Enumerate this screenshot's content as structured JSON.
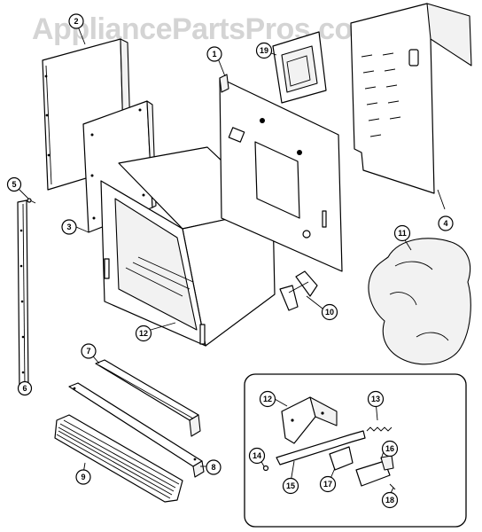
{
  "watermark": "AppliancePartsPros.com",
  "callouts": [
    {
      "id": "c2",
      "label": "2"
    },
    {
      "id": "c1",
      "label": "1"
    },
    {
      "id": "c19",
      "label": "19"
    },
    {
      "id": "c5",
      "label": "5"
    },
    {
      "id": "c3",
      "label": "3"
    },
    {
      "id": "c4",
      "label": "4"
    },
    {
      "id": "c11",
      "label": "11"
    },
    {
      "id": "c10",
      "label": "10"
    },
    {
      "id": "c12a",
      "label": "12"
    },
    {
      "id": "c6",
      "label": "6"
    },
    {
      "id": "c7",
      "label": "7"
    },
    {
      "id": "c8",
      "label": "8"
    },
    {
      "id": "c9",
      "label": "9"
    },
    {
      "id": "c13",
      "label": "13"
    },
    {
      "id": "c12b",
      "label": "12"
    },
    {
      "id": "c14",
      "label": "14"
    },
    {
      "id": "c16",
      "label": "16"
    },
    {
      "id": "c15",
      "label": "15"
    },
    {
      "id": "c17",
      "label": "17"
    },
    {
      "id": "c18",
      "label": "18"
    }
  ]
}
